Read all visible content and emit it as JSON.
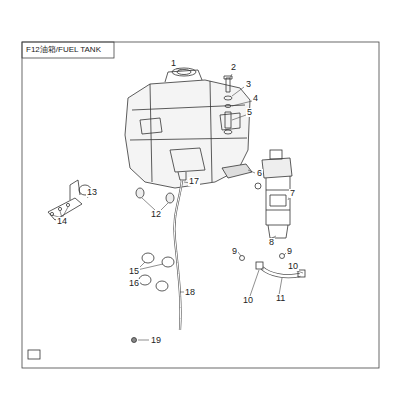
{
  "diagram": {
    "title": "F12油箱/FUEL TANK",
    "labels": [
      "1",
      "2",
      "3",
      "4",
      "5",
      "6",
      "7",
      "8",
      "9",
      "9",
      "10",
      "10",
      "11",
      "12",
      "13",
      "14",
      "15",
      "16",
      "17",
      "18",
      "19"
    ]
  }
}
